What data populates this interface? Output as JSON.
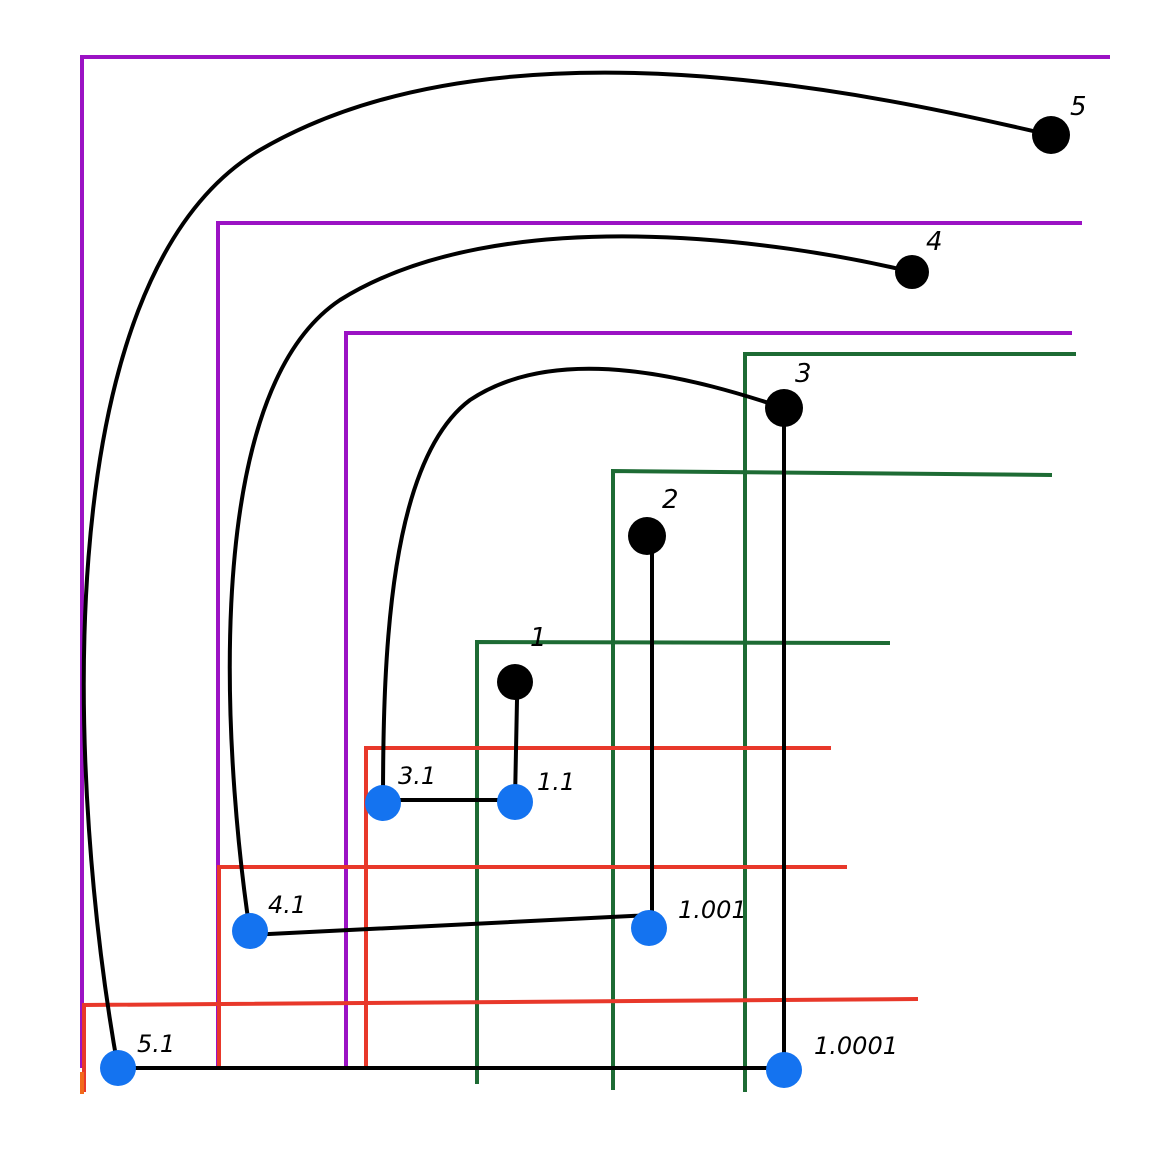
{
  "colors": {
    "purple": "#9B12C4",
    "green": "#1D6B34",
    "red": "#E8382A",
    "black": "#000000",
    "blue": "#1473F0",
    "orange": "#F26A1B"
  },
  "black_nodes": [
    {
      "label": "1"
    },
    {
      "label": "2"
    },
    {
      "label": "3"
    },
    {
      "label": "4"
    },
    {
      "label": "5"
    }
  ],
  "blue_nodes": [
    {
      "label": "1.1"
    },
    {
      "label": "1.001"
    },
    {
      "label": "1.0001"
    },
    {
      "label": "3.1"
    },
    {
      "label": "4.1"
    },
    {
      "label": "5.1"
    }
  ]
}
